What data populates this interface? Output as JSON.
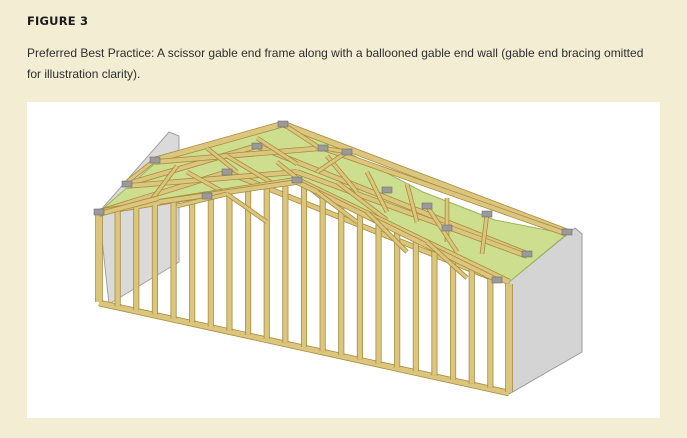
{
  "figure": {
    "label": "FIGURE 3",
    "caption": "Preferred Best Practice: A scissor gable end frame along with a ballooned gable end wall (gable end bracing omitted for illustration clarity)."
  },
  "illustration": {
    "subject": "scissor gable end frame with ballooned gable end wall",
    "colors": {
      "lumber": "#dcc57c",
      "lumber_edge": "#a58d3f",
      "roof_sheathing": "#c8dc8a",
      "side_wall": "#d2d2d2",
      "connector_plate": "#9a9a9a",
      "panel_background": "#ffffff",
      "page_background": "#f3edd4"
    }
  }
}
